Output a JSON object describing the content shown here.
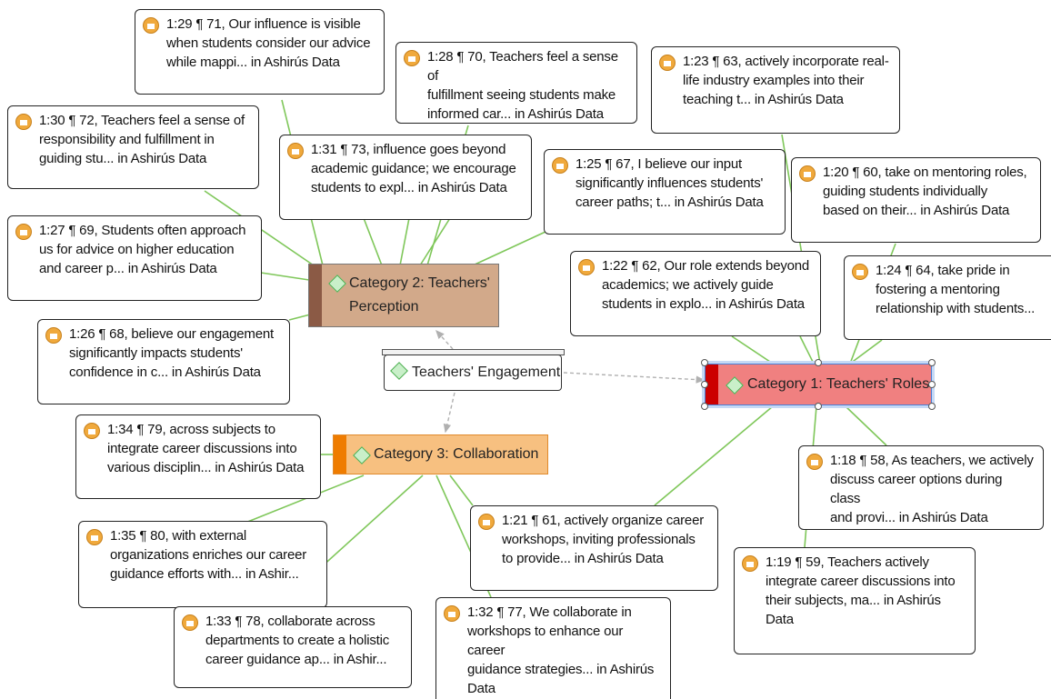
{
  "core": {
    "label": "Teachers' Engagement",
    "icon": "code-diamond-icon"
  },
  "categories": [
    {
      "id": "cat1",
      "label": "Category 1: Teachers' Roles",
      "color": "#f08080",
      "band": "#cc0000",
      "icon": "code-diamond-icon",
      "selected": true
    },
    {
      "id": "cat2",
      "label_line1": "Category 2: Teachers'",
      "label_line2": "Perception",
      "color": "#d2a98a",
      "band": "#8b5a45",
      "icon": "code-diamond-icon"
    },
    {
      "id": "cat3",
      "label": "Category 3: Collaboration",
      "color": "#f7c080",
      "band": "#ef7c00",
      "icon": "code-diamond-icon"
    }
  ],
  "quotations": [
    {
      "id": "q29",
      "lines": [
        "1:29 ¶ 71, Our influence is visible",
        "when students consider our advice",
        "while mappi... in Ashirús Data"
      ]
    },
    {
      "id": "q28",
      "lines": [
        "1:28 ¶ 70, Teachers feel a sense of",
        "fulfillment seeing students make",
        "informed car... in Ashirús Data"
      ]
    },
    {
      "id": "q23",
      "lines": [
        "1:23 ¶ 63, actively incorporate real-",
        "life industry examples into their",
        "teaching t... in Ashirús Data"
      ]
    },
    {
      "id": "q30",
      "lines": [
        "1:30 ¶ 72, Teachers feel a sense of",
        "responsibility and fulfillment in",
        "guiding stu... in Ashirús Data"
      ]
    },
    {
      "id": "q31",
      "lines": [
        "1:31 ¶ 73, influence goes beyond",
        "academic guidance; we encourage",
        "students to expl... in Ashirús Data"
      ]
    },
    {
      "id": "q25",
      "lines": [
        "1:25 ¶ 67, I believe our input",
        "significantly influences students'",
        "career paths; t... in Ashirús Data"
      ]
    },
    {
      "id": "q20",
      "lines": [
        "1:20 ¶ 60, take on mentoring roles,",
        "guiding students individually",
        "based on their... in Ashirús Data"
      ]
    },
    {
      "id": "q27",
      "lines": [
        "1:27 ¶ 69, Students often approach",
        "us for advice on higher education",
        "and career p... in Ashirús Data"
      ]
    },
    {
      "id": "q22",
      "lines": [
        "1:22 ¶ 62, Our role extends beyond",
        "academics; we actively guide",
        "students in explo... in Ashirús Data"
      ]
    },
    {
      "id": "q24",
      "lines": [
        "1:24 ¶ 64, take pride in",
        "fostering a mentoring",
        "relationship with students..."
      ]
    },
    {
      "id": "q26",
      "lines": [
        "1:26 ¶ 68, believe our engagement",
        "significantly impacts students'",
        "confidence in c... in Ashirús Data"
      ]
    },
    {
      "id": "q34",
      "lines": [
        "1:34 ¶ 79, across subjects to",
        "integrate career discussions into",
        "various disciplin... in Ashirús Data"
      ]
    },
    {
      "id": "q18",
      "lines": [
        "1:18 ¶ 58, As teachers, we actively",
        "discuss career options during class",
        "and provi... in Ashirús Data"
      ]
    },
    {
      "id": "q21",
      "lines": [
        "1:21 ¶ 61, actively organize career",
        "workshops, inviting professionals",
        "to provide... in Ashirús Data"
      ]
    },
    {
      "id": "q35",
      "lines": [
        "1:35 ¶ 80, with external",
        "organizations enriches our career",
        "guidance efforts with... in Ashir..."
      ]
    },
    {
      "id": "q19",
      "lines": [
        "1:19 ¶ 59, Teachers actively",
        "integrate career discussions into",
        "their subjects, ma... in Ashirús",
        "Data"
      ]
    },
    {
      "id": "q33",
      "lines": [
        "1:33 ¶ 78, collaborate across",
        "departments to create a holistic",
        "career guidance ap... in Ashir..."
      ]
    },
    {
      "id": "q32",
      "lines": [
        "1:32 ¶ 77, We collaborate in",
        "workshops to enhance our career",
        "guidance strategies... in Ashirús",
        "Data"
      ]
    }
  ]
}
